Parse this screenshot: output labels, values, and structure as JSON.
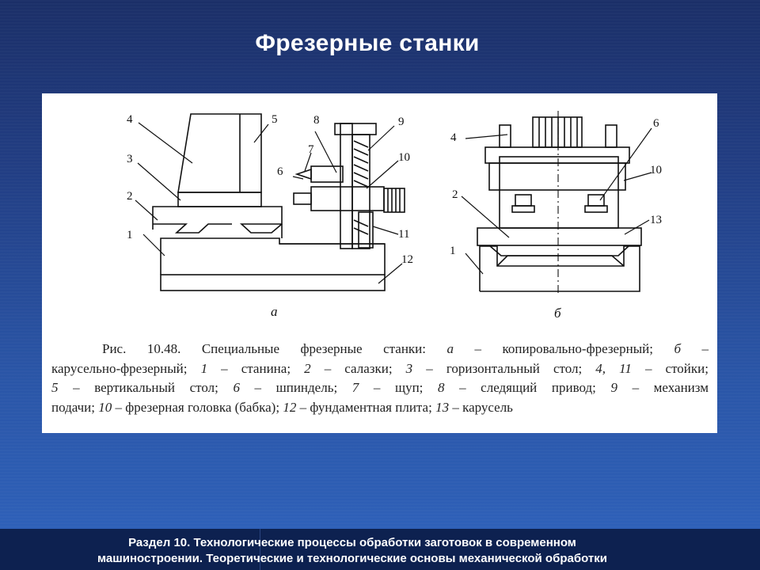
{
  "slide": {
    "title": "Фрезерные станки",
    "footer_line1": "Раздел 10. Технологические процессы обработки заготовок в современном",
    "footer_line2": "машиностроении. Теоретические и технологические основы механической обработки"
  },
  "figure": {
    "sublabel_a": "а",
    "sublabel_b": "б",
    "labels_a": [
      "1",
      "2",
      "3",
      "4",
      "5",
      "6",
      "7",
      "8",
      "9",
      "10",
      "11",
      "12"
    ],
    "labels_b": [
      "1",
      "2",
      "4",
      "6",
      "10",
      "13"
    ]
  },
  "caption": {
    "line1_pre": "Рис. 10.48. Специальные фрезерные станки: ",
    "line1_a": "а",
    "line1_mid": " – копировально-фрезерный; ",
    "line1_b": "б",
    "line1_post": " –",
    "line2_pre": "карусельно-фрезерный; ",
    "line2_n1": "1",
    "line2_t1": " – станина; ",
    "line2_n2": "2",
    "line2_t2": " – салазки; ",
    "line2_n3": "3",
    "line2_t3": " – горизонтальный стол; ",
    "line2_n4": "4, 11",
    "line2_t4": " – стойки;",
    "line3_n5": "5",
    "line3_t5": " – вертикальный стол; ",
    "line3_n6": "6",
    "line3_t6": " – шпиндель; ",
    "line3_n7": "7",
    "line3_t7": " – щуп; ",
    "line3_n8": "8",
    "line3_t8": " – следящий привод; ",
    "line3_n9": "9",
    "line3_t9": " – механизм",
    "line4_pre": "подачи; ",
    "line4_n10": "10",
    "line4_t10": " – фрезерная головка (бабка); ",
    "line4_n12": "12",
    "line4_t12": " – фундаментная плита; ",
    "line4_n13": "13",
    "line4_t13": " – карусель"
  }
}
